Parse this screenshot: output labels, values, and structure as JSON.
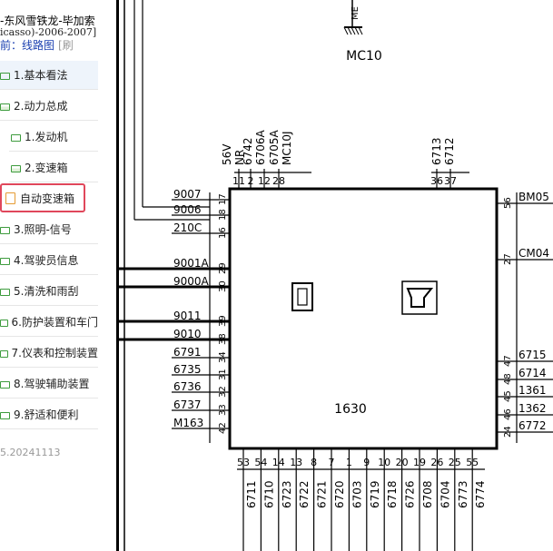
{
  "sidebar": {
    "title": "-东风雪铁龙-毕加索",
    "subtitle": "icasso)-2006-2007]",
    "current_prefix": "前：",
    "current_page": "线路图",
    "refresh": "[刷",
    "items": [
      {
        "label": "1.基本看法"
      },
      {
        "label": "2.动力总成"
      },
      {
        "label": "1.发动机"
      },
      {
        "label": "2.变速箱"
      },
      {
        "label": "自动变速箱"
      },
      {
        "label": "3.照明-信号"
      },
      {
        "label": "4.驾驶员信息"
      },
      {
        "label": "5.清洗和雨刮"
      },
      {
        "label": "6.防护装置和车门"
      },
      {
        "label": "7.仪表和控制装置"
      },
      {
        "label": "8.驾驶辅助装置"
      },
      {
        "label": "9.舒适和便利"
      }
    ],
    "version": "5.20241113"
  },
  "diagram": {
    "module_label": "1630",
    "ground_label": "MC10",
    "ground_wire": "ME",
    "top_wires": [
      "56V",
      "NR",
      "6742",
      "6706A",
      "6705A",
      "MC10J",
      "6713",
      "6712"
    ],
    "top_pins": [
      "11",
      "2",
      "12",
      "28",
      "36",
      "37"
    ],
    "left_wires": [
      "9007",
      "9006",
      "210C",
      "9001A",
      "9000A",
      "9011",
      "9010",
      "6791",
      "6735",
      "6736",
      "6737",
      "M163"
    ],
    "left_pins": [
      "17",
      "18",
      "16",
      "29",
      "30",
      "39",
      "38",
      "34",
      "31",
      "32",
      "33",
      "42"
    ],
    "right_wires": [
      "BM05",
      "CM04",
      "6715",
      "6714",
      "1361",
      "1362",
      "6772"
    ],
    "right_pins": [
      "56",
      "27",
      "47",
      "48",
      "45",
      "46",
      "24"
    ],
    "bottom_pins": [
      "53",
      "54",
      "14",
      "13",
      "8",
      "7",
      "1",
      "9",
      "10",
      "20",
      "19",
      "26",
      "25",
      "55"
    ],
    "bottom_wires": [
      "6711",
      "6710",
      "6723",
      "6722",
      "6721",
      "6720",
      "6703",
      "6719",
      "6718",
      "6726",
      "6708",
      "6704",
      "6773",
      "6774"
    ]
  }
}
